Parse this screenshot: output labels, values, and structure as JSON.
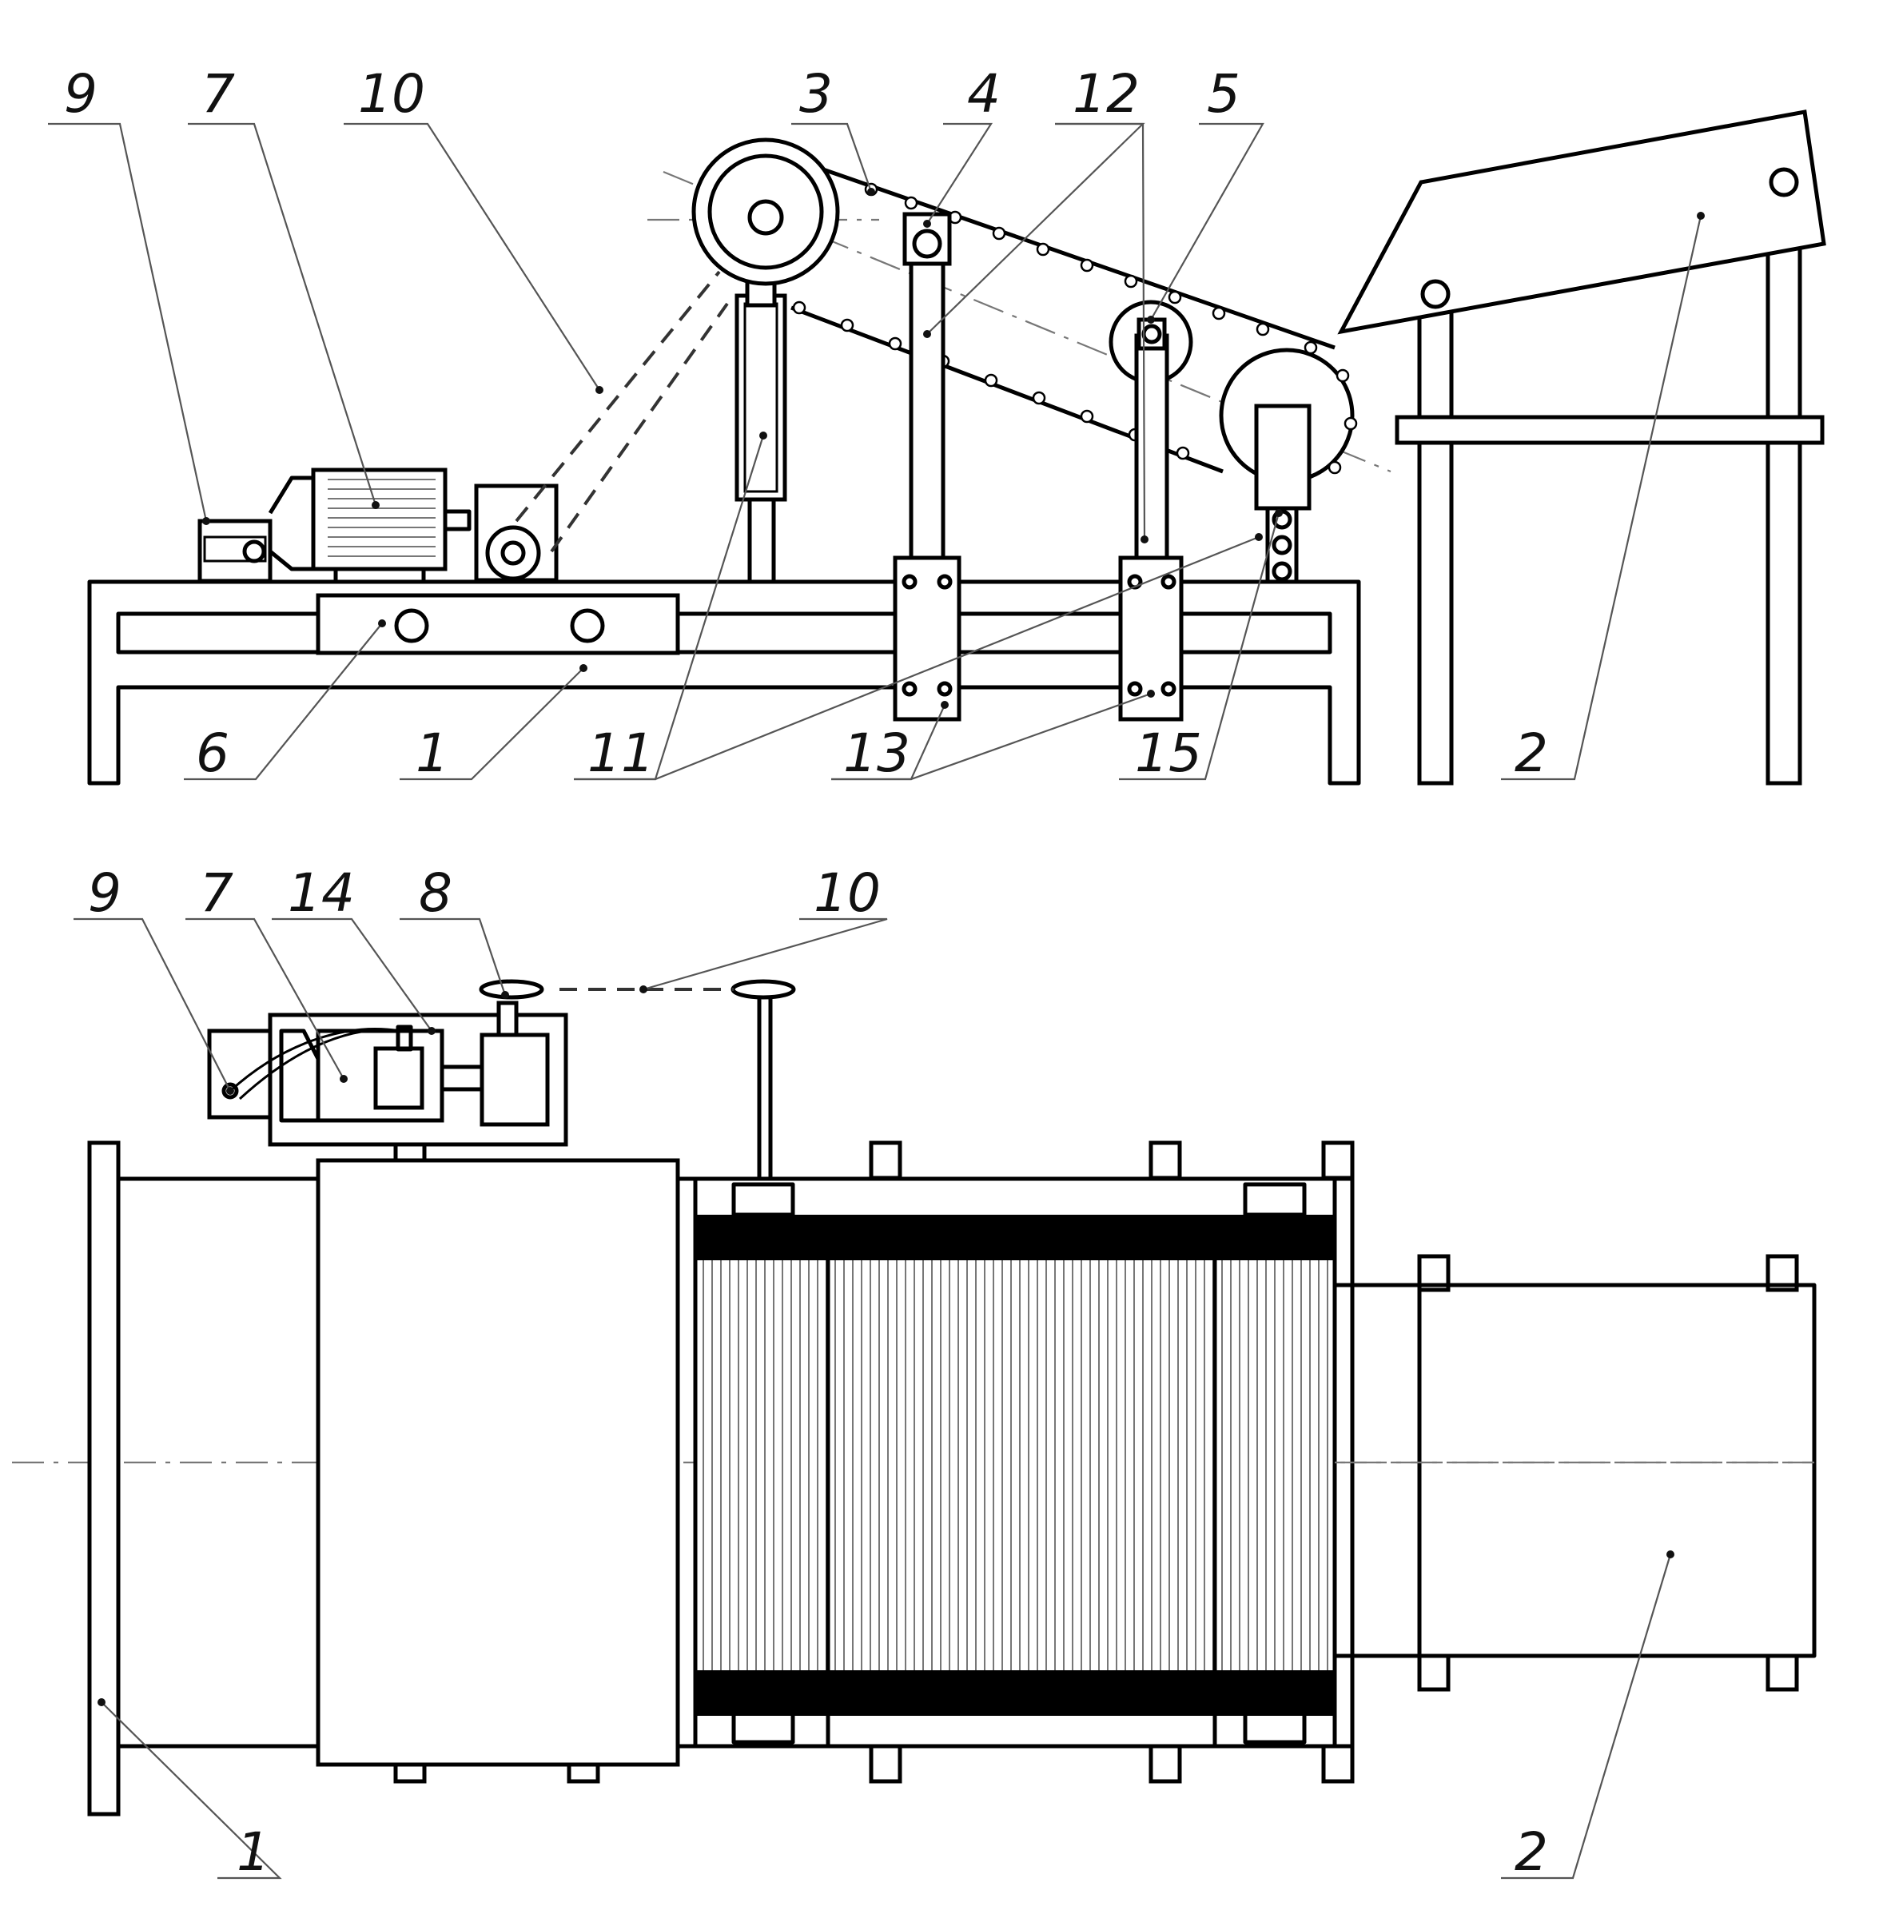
{
  "figure": {
    "side_view_labels": [
      "9",
      "7",
      "10",
      "3",
      "4",
      "12",
      "5",
      "6",
      "1",
      "11",
      "13",
      "15",
      "2"
    ],
    "top_view_labels": [
      "9",
      "7",
      "14",
      "8",
      "10",
      "1",
      "2"
    ]
  }
}
